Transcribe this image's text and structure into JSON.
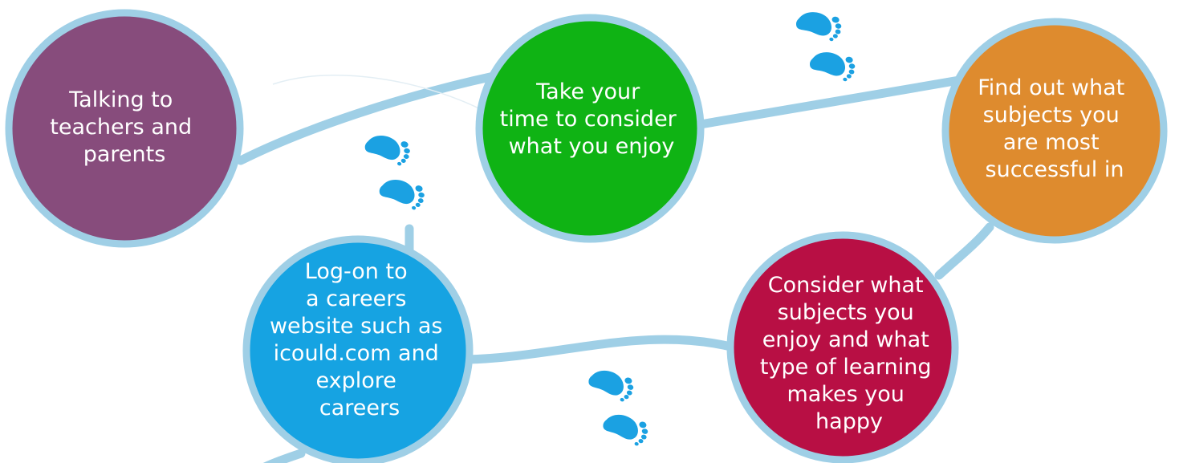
{
  "steps": [
    {
      "id": "talking",
      "lines": [
        "Talking to",
        "teachers and",
        "parents"
      ],
      "color": "#874c7c"
    },
    {
      "id": "take-time",
      "lines": [
        "Take your",
        "time to consider",
        "what you enjoy"
      ],
      "color": "#0fb314"
    },
    {
      "id": "find-out",
      "lines": [
        "Find out what",
        "subjects you",
        "are most",
        "successful in"
      ],
      "color": "#de8b2e"
    },
    {
      "id": "consider",
      "lines": [
        "Consider what",
        "subjects you",
        "enjoy and what",
        "type of learning",
        "makes you",
        "happy"
      ],
      "color": "#b80f44"
    },
    {
      "id": "log-on",
      "lines": [
        "Log-on to",
        "a careers",
        "website such as",
        "icould.com and",
        "explore",
        "careers"
      ],
      "color": "#16a3e2"
    }
  ],
  "colors": {
    "path": "#9fcfe6",
    "ring": "#9fcfe6",
    "footprint": "#1ba1e2"
  },
  "icons": [
    "footprints-icon",
    "footprints-icon",
    "footprints-icon",
    "footprints-icon"
  ]
}
